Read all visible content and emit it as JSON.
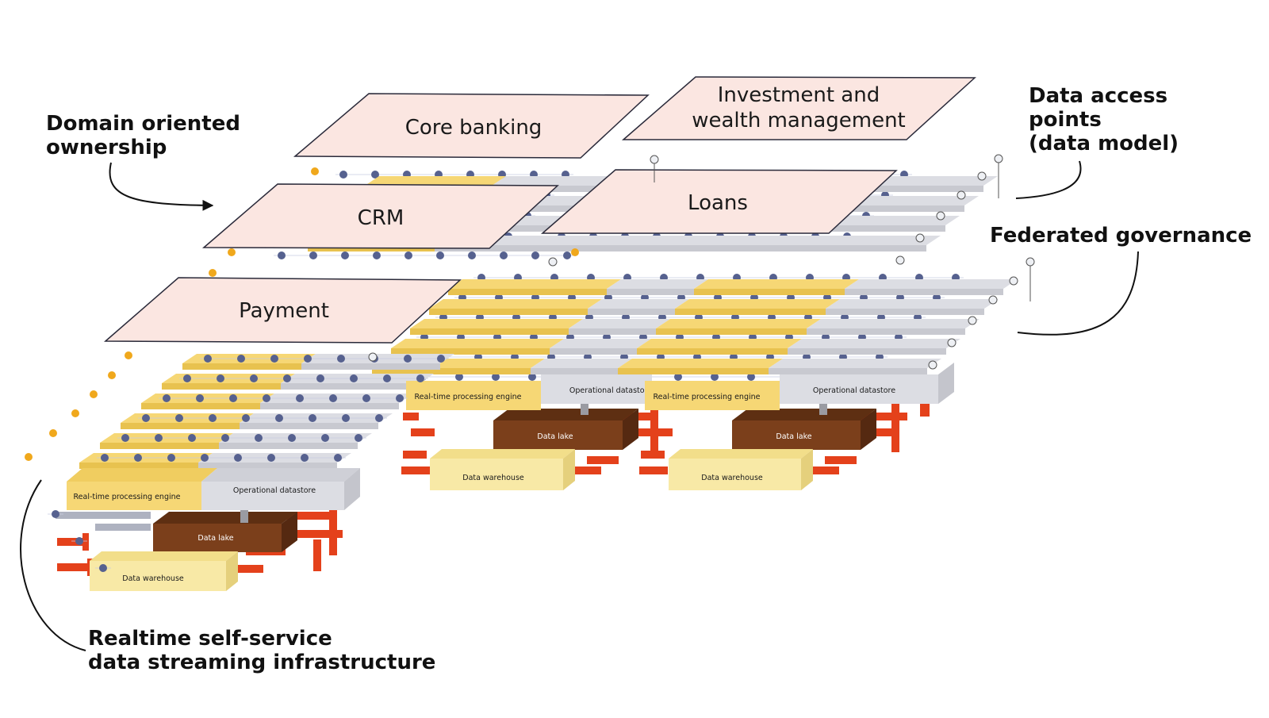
{
  "callouts": {
    "domain_ownership": "Domain oriented\nownership",
    "data_access_points": "Data access\npoints\n(data model)",
    "federated_governance": "Federated governance",
    "streaming_infrastructure": "Realtime self-service\ndata streaming infrastructure"
  },
  "domains": {
    "core_banking": "Core banking",
    "investment_line1": "Investment and",
    "investment_line2": "wealth management",
    "crm": "CRM",
    "loans": "Loans",
    "payment": "Payment"
  },
  "components": {
    "realtime_engine": "Real-time processing engine",
    "operational_datastore": "Operational datastore",
    "data_lake": "Data lake",
    "data_warehouse": "Data warehouse"
  },
  "colors": {
    "plane_fill": "#fbe6e1",
    "engine_yellow": "#f6d775",
    "datastore_gray": "#dcdde3",
    "lake_brown": "#7b3f1b",
    "warehouse_yellow": "#f8e9a6",
    "node_blue": "#56618f",
    "pipe_red": "#e4411b"
  }
}
